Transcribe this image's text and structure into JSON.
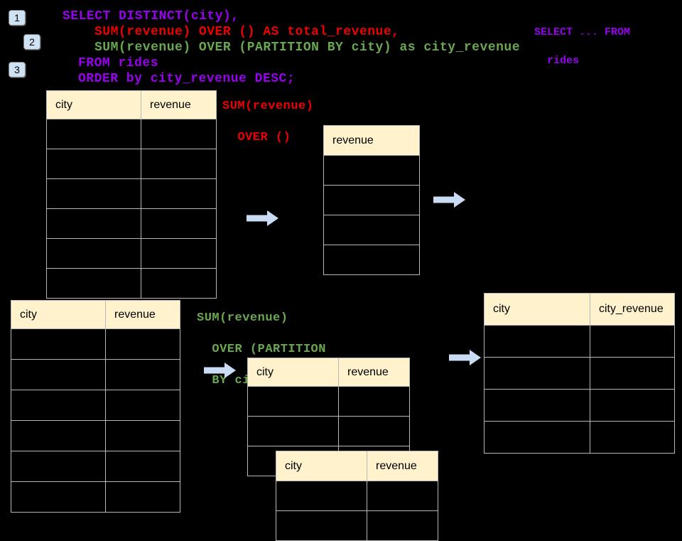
{
  "page": {
    "background": "#000000"
  },
  "palette": {
    "sql_purple": "#9900f0",
    "sql_red": "#ee0000",
    "sql_green": "#6aa84f",
    "table_header_bg": "#fff2cc",
    "table_border": "#b7b7b7",
    "arrow_fill": "#c9dcf3",
    "badge_bg": "#cfe2f3",
    "badge_text": "#000000"
  },
  "step_badges": [
    {
      "label": "1"
    },
    {
      "label": "2"
    },
    {
      "label": "3"
    }
  ],
  "sql_query": {
    "lines": [
      {
        "text": "SELECT DISTINCT(city),",
        "color": "#9900f0"
      },
      {
        "text": "SUM(revenue) OVER () AS total_revenue,",
        "color": "#ee0000"
      },
      {
        "text": "SUM(revenue) OVER (PARTITION BY city) as city_revenue",
        "color": "#6aa84f"
      },
      {
        "text": "FROM rides",
        "color": "#9900f0"
      },
      {
        "text": "ORDER by city_revenue DESC;",
        "color": "#9900f0"
      }
    ]
  },
  "from_note": {
    "line1": "SELECT ... FROM",
    "line2": "rides",
    "color": "#9900f0"
  },
  "annotation_total": {
    "line1": "SUM(revenue)",
    "line2": "OVER ()",
    "color": "#ee0000"
  },
  "annotation_partition": {
    "line1": "SUM(revenue)",
    "line2": "OVER (PARTITION",
    "line3": "BY city)",
    "color": "#6aa84f"
  },
  "tables": {
    "source_top": {
      "headers": [
        "city",
        "revenue"
      ],
      "empty_rows": 6
    },
    "total_revenue": {
      "headers": [
        "revenue"
      ],
      "empty_rows": 4
    },
    "source_bottom": {
      "headers": [
        "city",
        "revenue"
      ],
      "empty_rows": 6
    },
    "partition_front": {
      "headers": [
        "city",
        "revenue"
      ],
      "empty_rows": 3
    },
    "partition_back": {
      "headers": [
        "city",
        "revenue"
      ],
      "empty_rows": 2
    },
    "result": {
      "headers": [
        "city",
        "city_revenue"
      ],
      "empty_rows": 4
    }
  },
  "arrows": [
    {
      "name": "flow-arrow-1",
      "direction": "right"
    },
    {
      "name": "flow-arrow-2",
      "direction": "right"
    },
    {
      "name": "flow-arrow-3",
      "direction": "right"
    },
    {
      "name": "flow-arrow-4",
      "direction": "right"
    }
  ]
}
